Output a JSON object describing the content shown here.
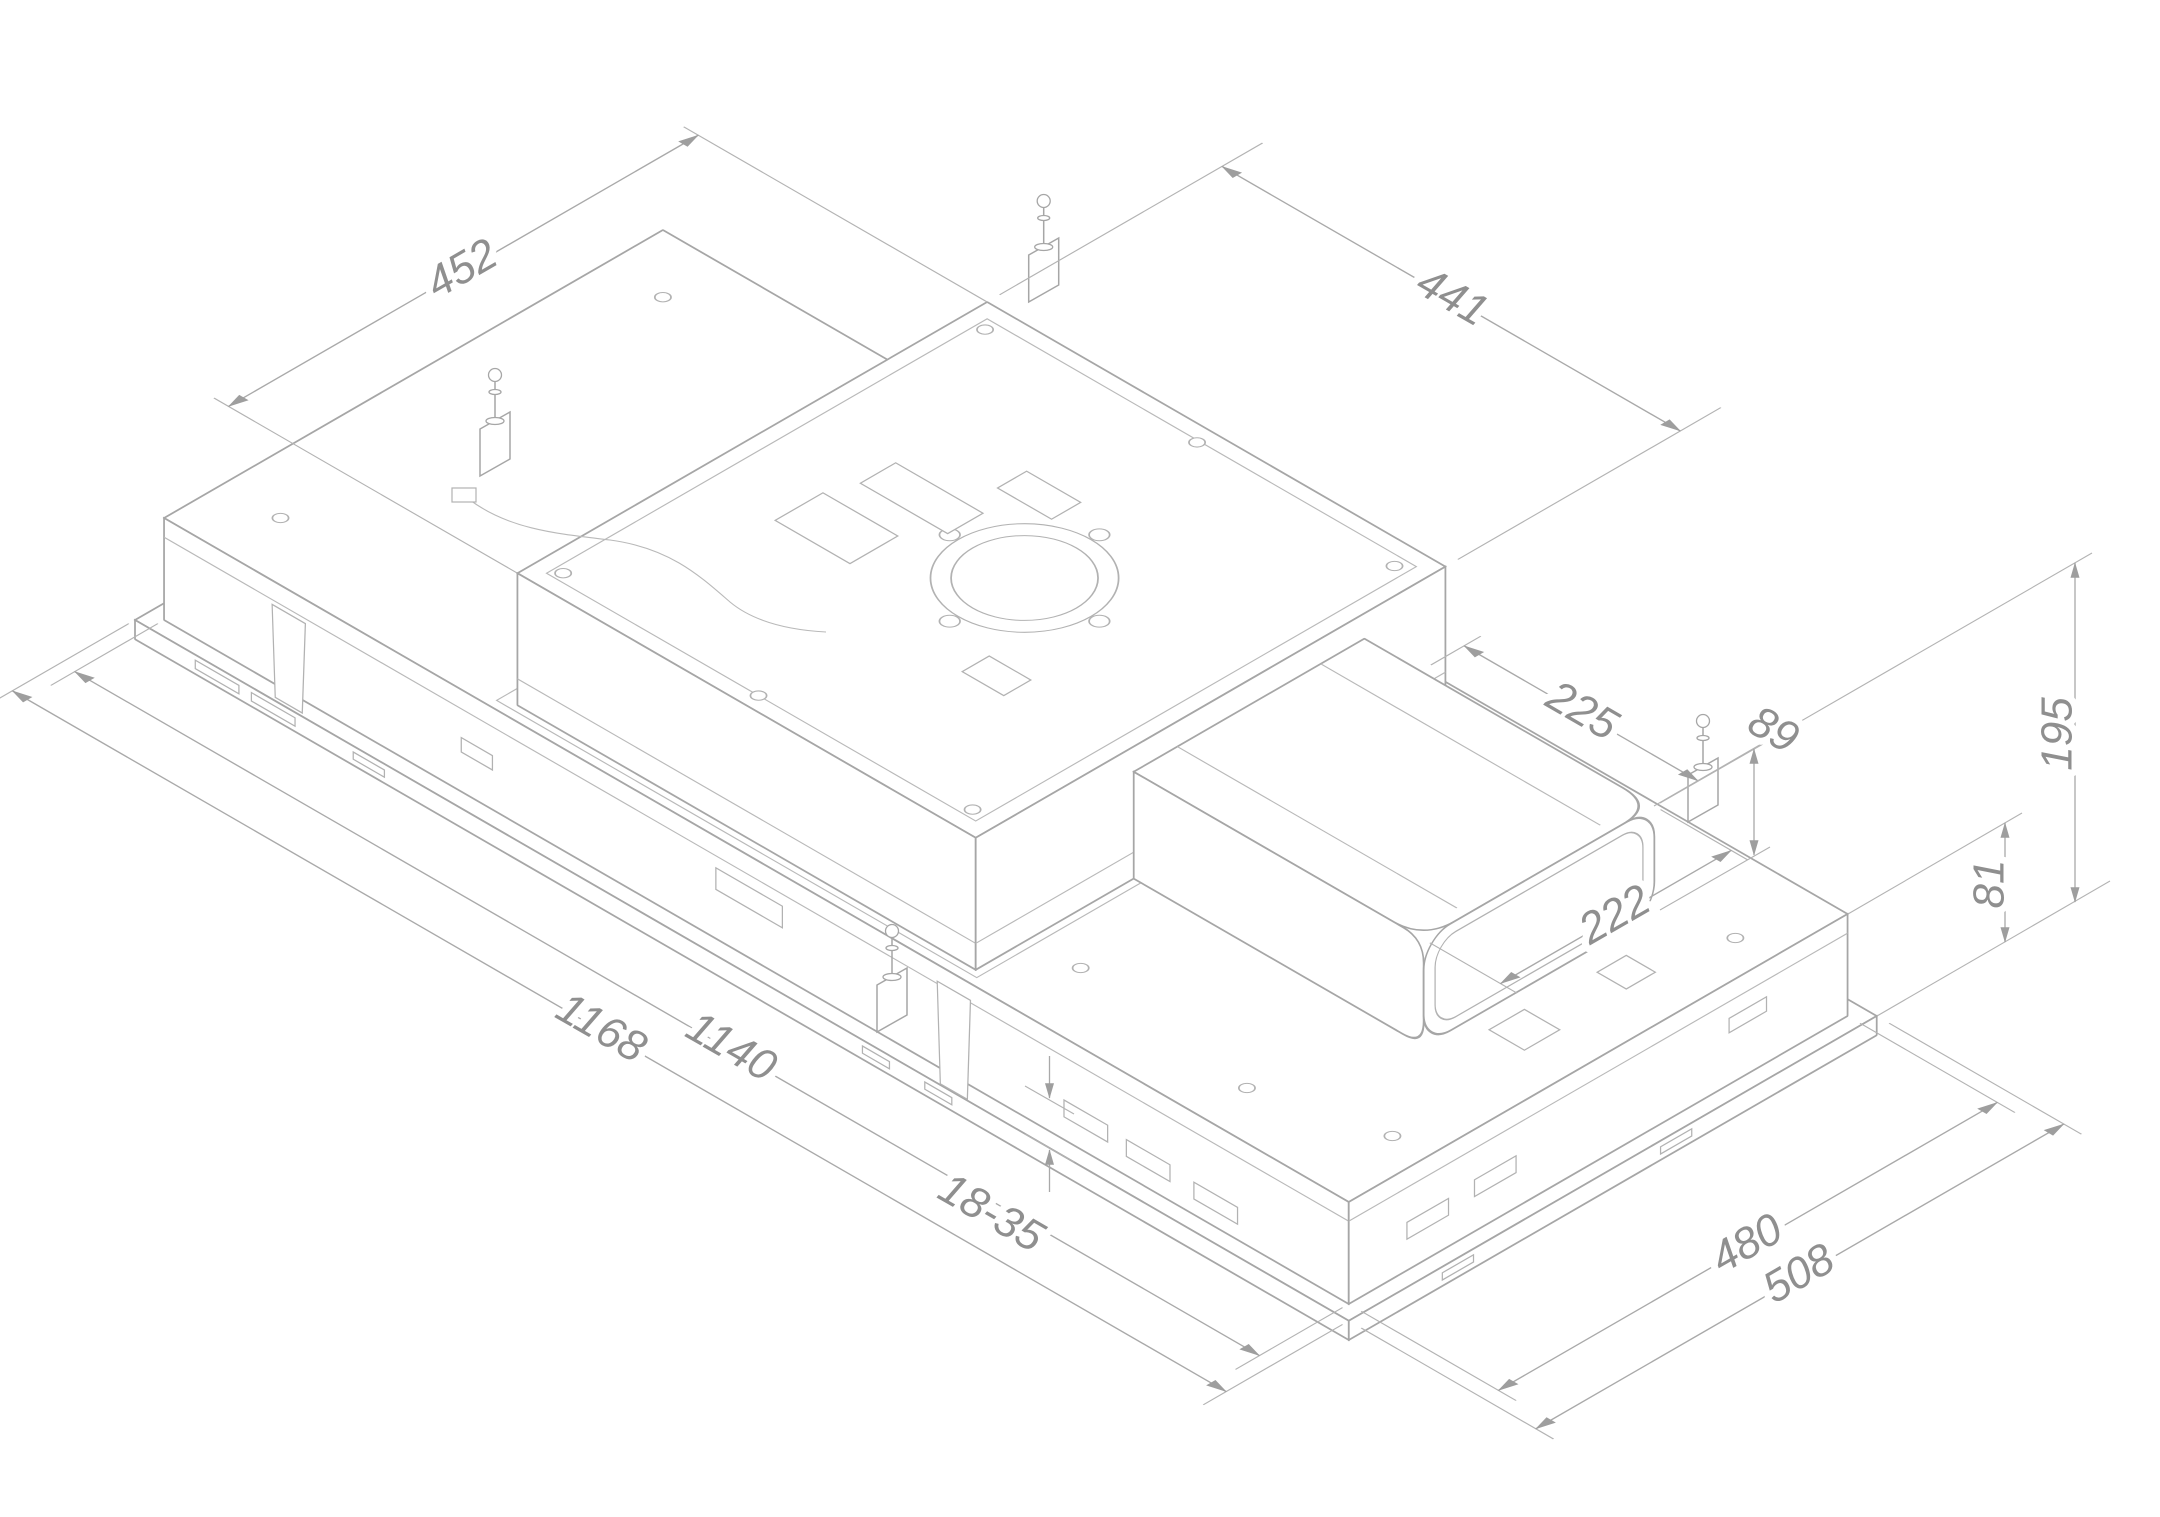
{
  "page": {
    "background": "#ffffff"
  },
  "drawing": {
    "type": "isometric technical dimension drawing",
    "line_color": "#a6a6a6",
    "dim_text_color": "#8f8f8f",
    "dimensions": {
      "motor_box_width": "452",
      "motor_box_length": "441",
      "duct_offset": "225",
      "duct_height": "89",
      "duct_width": "222",
      "side_height_body": "81",
      "side_height_total": "195",
      "length_inner": "1140",
      "length_overall": "1168",
      "ceiling_gap": "18-35",
      "depth_inner": "480",
      "depth_overall": "508"
    }
  }
}
